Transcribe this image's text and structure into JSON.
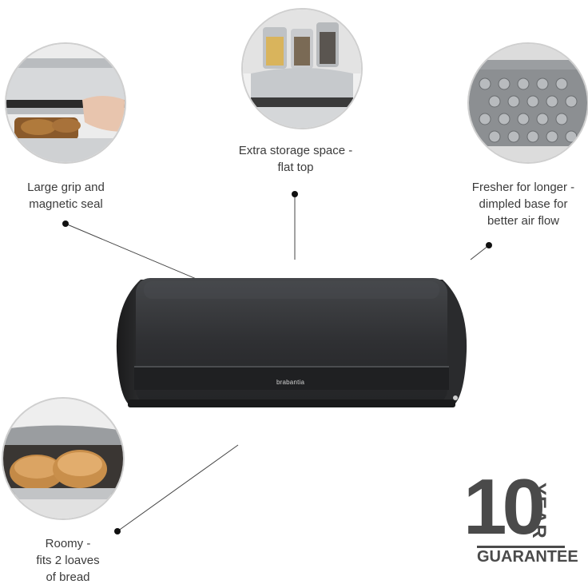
{
  "product": {
    "brand_label": "brabantia"
  },
  "features": {
    "grip": {
      "line1": "Large grip and",
      "line2": "magnetic seal"
    },
    "storage": {
      "line1": "Extra storage space -",
      "line2": "flat top"
    },
    "fresh": {
      "line1": "Fresher for longer -",
      "line2": "dimpled base for",
      "line3": "better air flow"
    },
    "roomy": {
      "line1": "Roomy -",
      "line2": "fits 2 loaves",
      "line3": "of bread"
    }
  },
  "guarantee": {
    "number": "10",
    "unit": "YEAR",
    "word": "GUARANTEE"
  },
  "colors": {
    "bin_body": "#2b2c2e",
    "text": "#3b3b3b",
    "badge": "#4a4a4a"
  }
}
